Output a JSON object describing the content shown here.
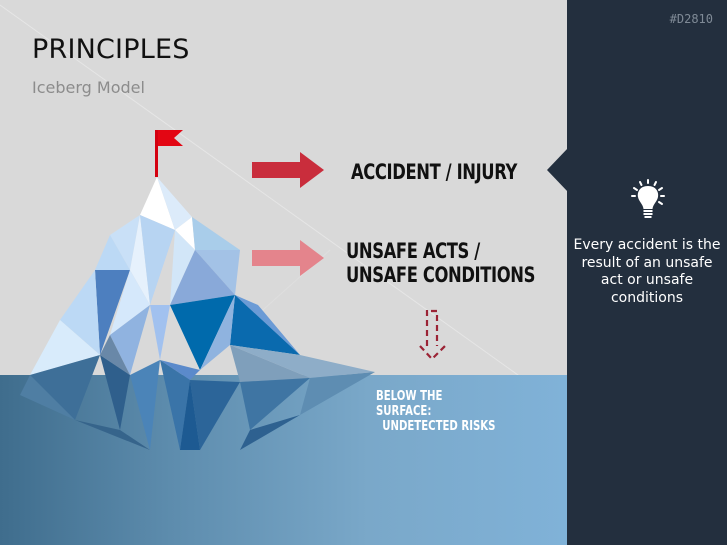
{
  "slide": {
    "title": "PRINCIPLES",
    "subtitle": "Iceberg Model",
    "code": "#D2810"
  },
  "diagram": {
    "top_label": "ACCIDENT / INJURY",
    "middle_label_line1": "UNSAFE ACTS /",
    "middle_label_line2": "UNSAFE CONDITIONS",
    "below_label_line1": "BELOW THE SURFACE:",
    "below_label_line2": "UNDETECTED RISKS",
    "colors": {
      "arrow_primary": "#c92d3c",
      "arrow_secondary": "#e4848c",
      "dashed_arrow": "#9b2335",
      "flag": "#e30613",
      "water_dark": "#3f6d8d",
      "water_light": "#80b2d8"
    }
  },
  "sidebar": {
    "icon": "lightbulb-icon",
    "text": "Every accident is the result of an unsafe act or unsafe conditions",
    "background": "#232f3e"
  }
}
